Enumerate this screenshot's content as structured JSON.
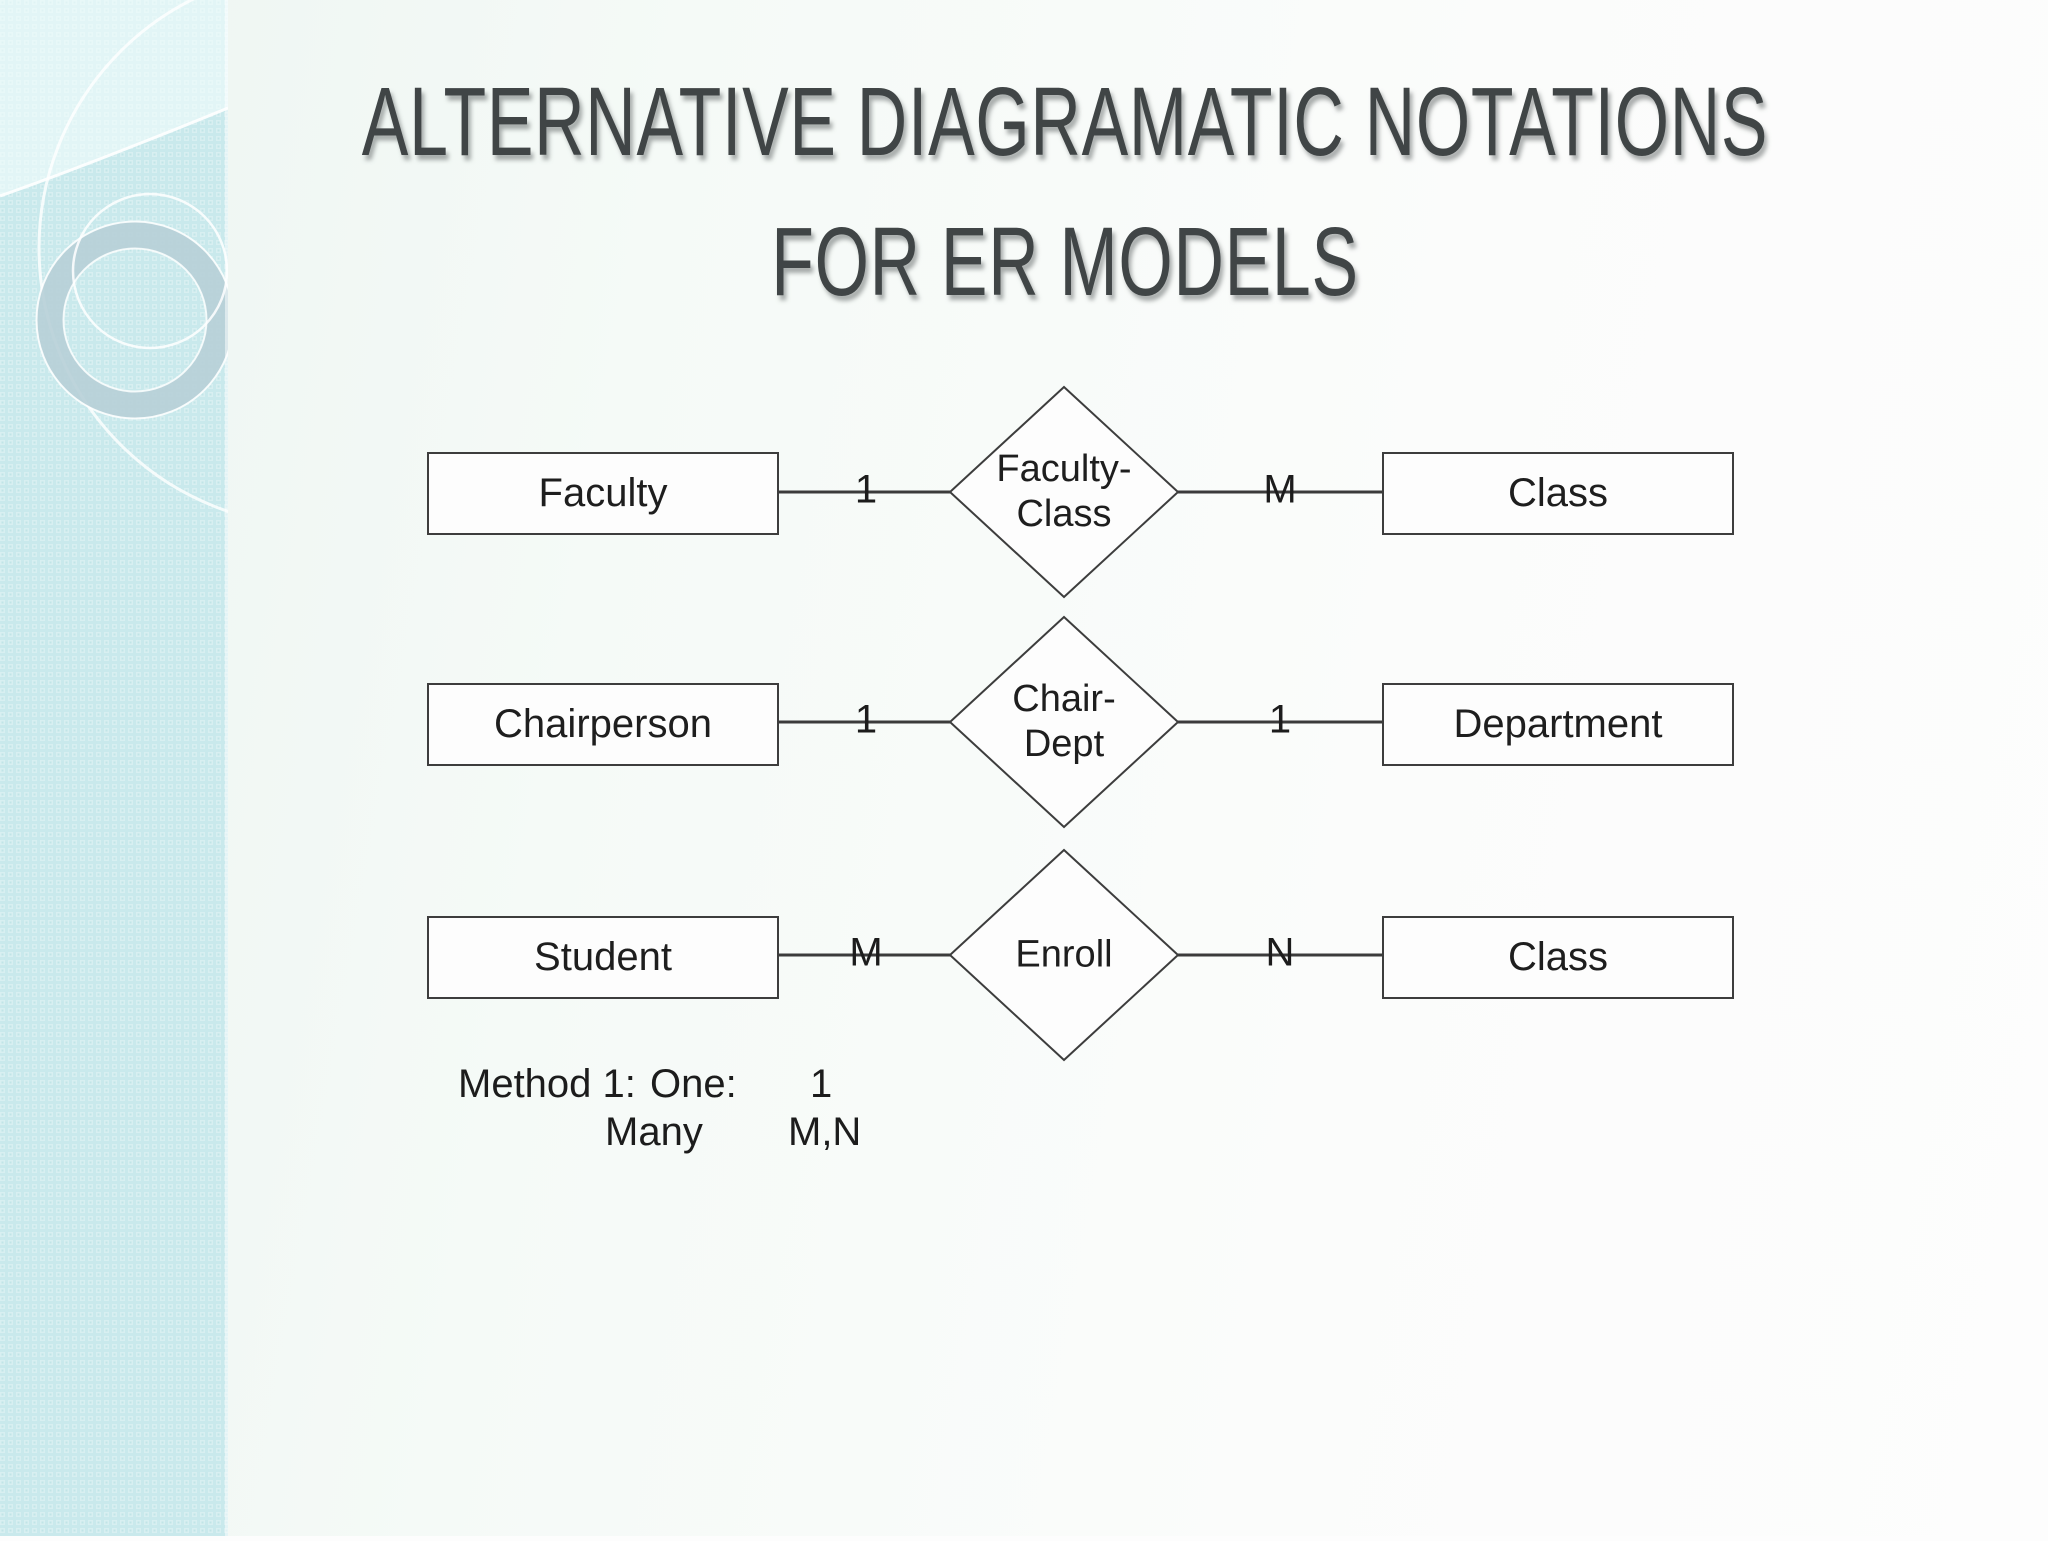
{
  "slide": {
    "title_line1": "ALTERNATIVE DIAGRAMATIC NOTATIONS",
    "title_line2": "FOR ER MODELS"
  },
  "diagram": {
    "rows": [
      {
        "left_entity": "Faculty",
        "left_cardinality": "1",
        "relationship_line1": "Faculty-",
        "relationship_line2": "Class",
        "right_cardinality": "M",
        "right_entity": "Class"
      },
      {
        "left_entity": "Chairperson",
        "left_cardinality": "1",
        "relationship_line1": "Chair-",
        "relationship_line2": "Dept",
        "right_cardinality": "1",
        "right_entity": "Department"
      },
      {
        "left_entity": "Student",
        "left_cardinality": "M",
        "relationship_line1": "Enroll",
        "relationship_line2": "",
        "right_cardinality": "N",
        "right_entity": "Class"
      }
    ]
  },
  "legend": {
    "method_label": "Method 1:",
    "one_label": "One:",
    "one_symbol": "1",
    "many_label": "Many",
    "many_symbol": "M,N"
  },
  "colors": {
    "sidebar_base": "#c9e9ec",
    "diagram_line": "#3b3b3b",
    "text": "#1e1e1e",
    "title": "#404546"
  }
}
